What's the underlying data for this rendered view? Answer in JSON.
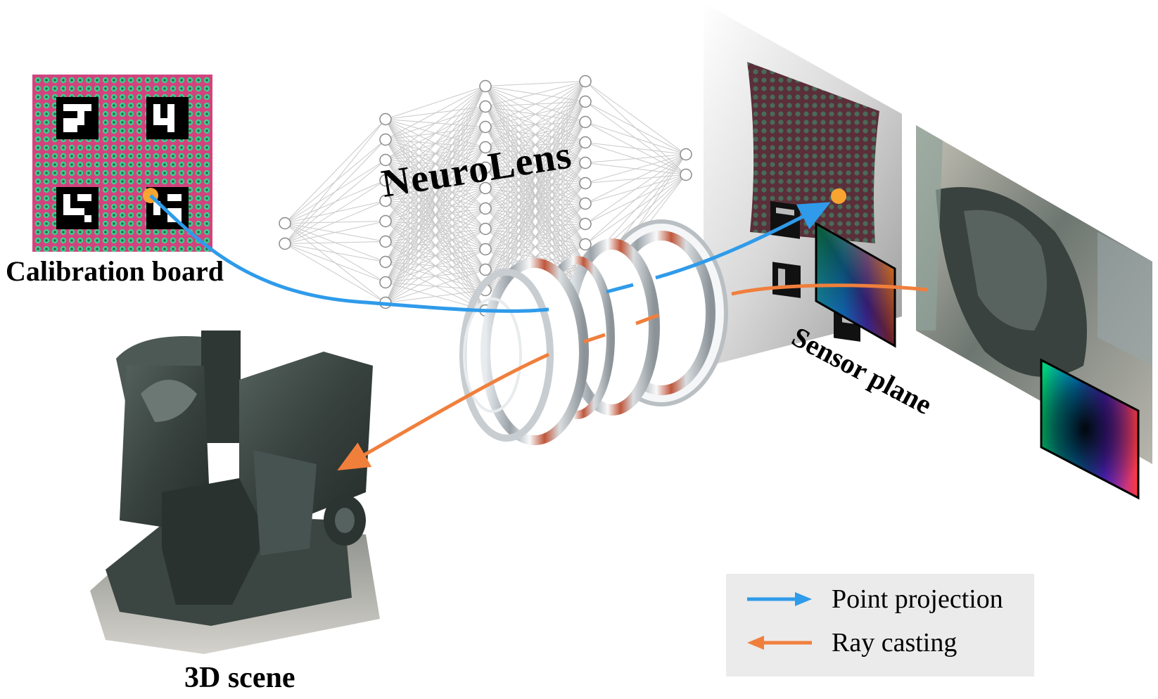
{
  "labels": {
    "calibration_board": "Calibration board",
    "network": "NeuroLens",
    "sensor_plane": "Sensor plane",
    "scene": "3D scene"
  },
  "legend": {
    "items": [
      {
        "text": "Point projection",
        "color": "#2f9bea"
      },
      {
        "text": "Ray casting",
        "color": "#f07f3c"
      }
    ]
  },
  "colors": {
    "board_pink": "#d2437e",
    "board_dot": "#3fcf8e",
    "board_dot_center": "#1d6e47",
    "marker_black": "#000000",
    "point_orange": "#f7a431",
    "projection_blue": "#2f9bea",
    "raycast_orange": "#f07f3c",
    "scene_stone": "#3f4a47",
    "legend_bg": "#ebebeb"
  },
  "network": {
    "layer_sizes": [
      2,
      10,
      12,
      12,
      2
    ]
  },
  "icons": [
    "calibration-board-icon",
    "neural-network-icon",
    "lens-icon",
    "sensor-plane-icon",
    "flow-field-icon",
    "distorted-photo-icon",
    "sculpture-icon"
  ]
}
